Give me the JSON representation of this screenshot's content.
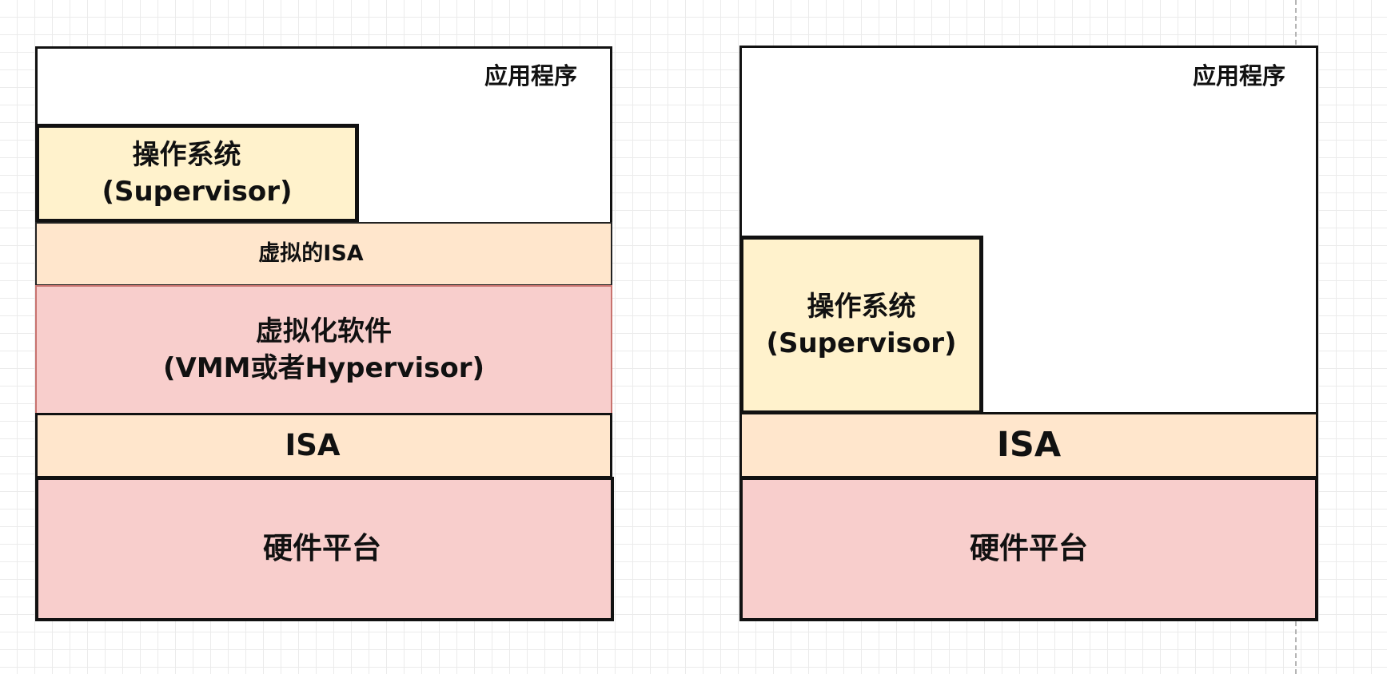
{
  "left_stack": {
    "app_label": "应用程序",
    "os_line1": "操作系统",
    "os_line2": "(Supervisor)",
    "virtual_isa_label": "虚拟的ISA",
    "vmm_line1": "虚拟化软件",
    "vmm_line2": "(VMM或者Hypervisor)",
    "isa_label": "ISA",
    "hardware_label": "硬件平台"
  },
  "right_stack": {
    "app_label": "应用程序",
    "os_line1": "操作系统",
    "os_line2": "(Supervisor)",
    "isa_label": "ISA",
    "hardware_label": "硬件平台"
  },
  "colors": {
    "os_fill": "#fff2cc",
    "isa_fill": "#ffe6cc",
    "hypervisor_fill": "#f8cecc",
    "hardware_fill": "#f8cecc",
    "outline": "#111111"
  }
}
